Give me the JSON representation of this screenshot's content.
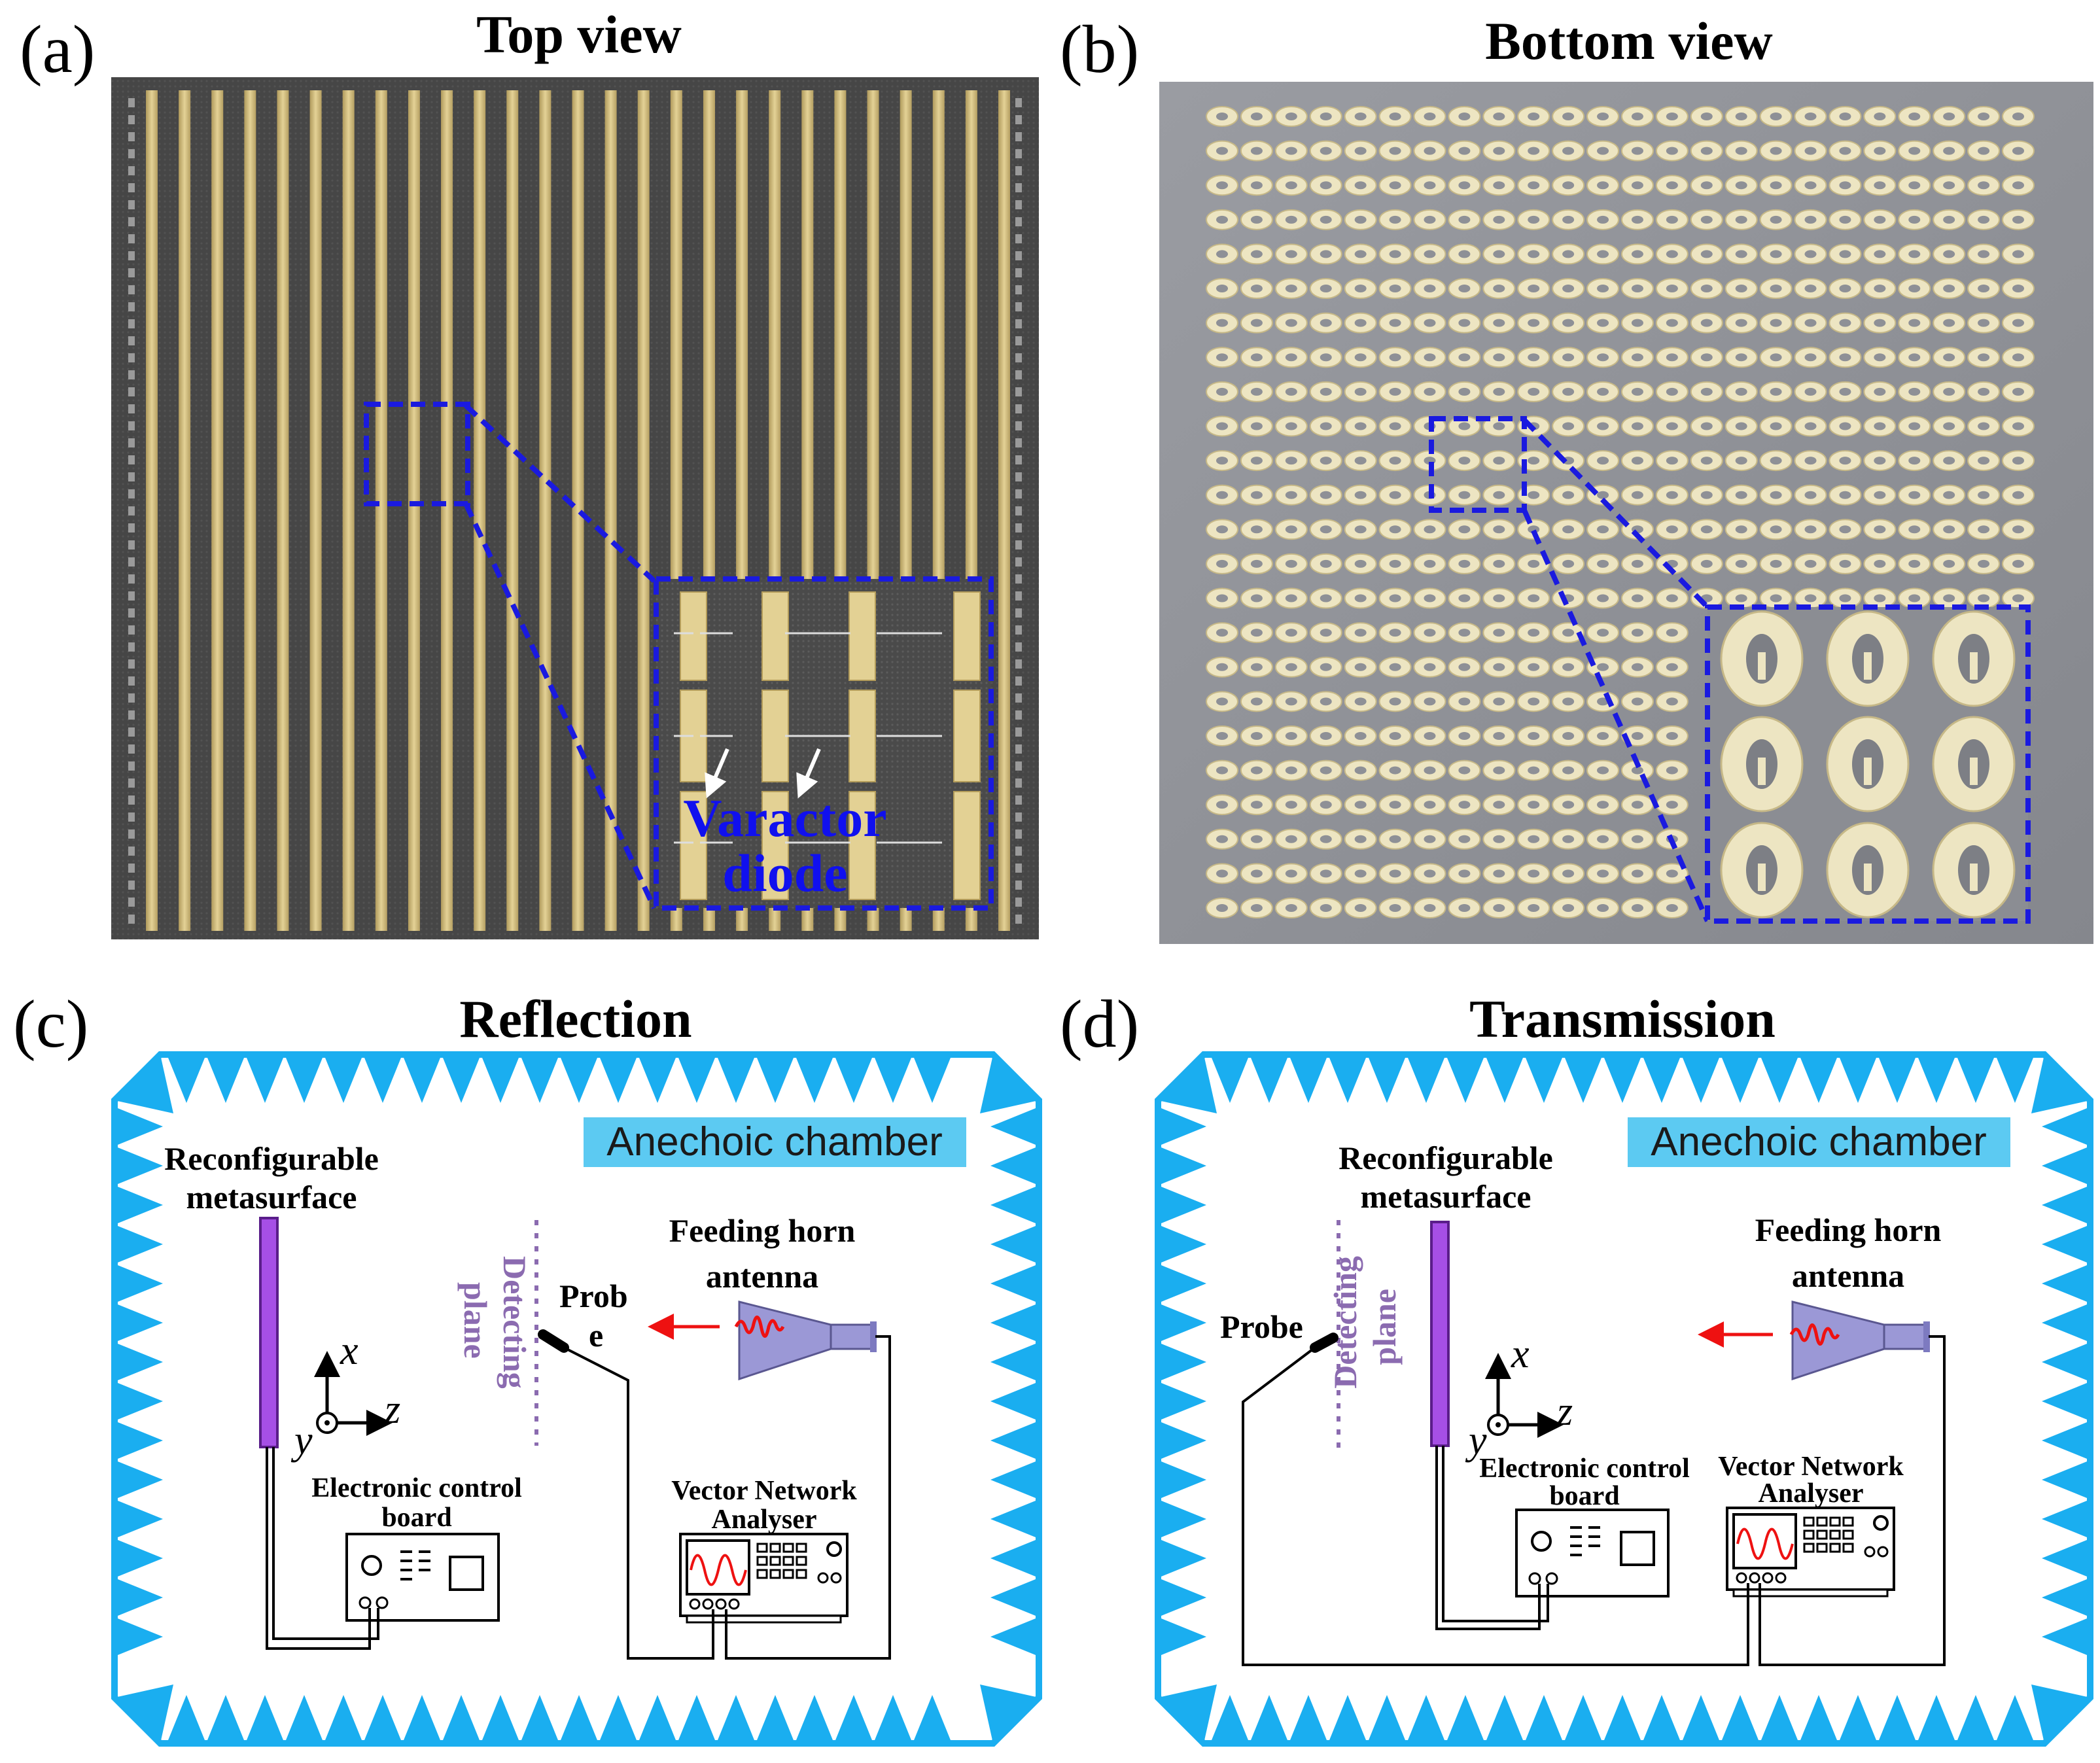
{
  "panels": {
    "a": {
      "label": "(a)",
      "title": "Top view",
      "annotation_line1": "Varactor",
      "annotation_line2": "diode"
    },
    "b": {
      "label": "(b)",
      "title": "Bottom view"
    },
    "c": {
      "label": "(c)",
      "title": "Reflection",
      "chamber": "Anechoic chamber",
      "metasurface_line1": "Reconfigurable",
      "metasurface_line2": "metasurface",
      "detecting_line1": "Detecting",
      "detecting_line2": "plane",
      "probe_line1": "Prob",
      "probe_line2": "e",
      "horn_line1": "Feeding horn",
      "horn_line2": "antenna",
      "board_line1": "Electronic control",
      "board_line2": "board",
      "vna_line1": "Vector Network",
      "vna_line2": "Analyser",
      "axis_x": "x",
      "axis_y": "y",
      "axis_z": "z"
    },
    "d": {
      "label": "(d)",
      "title": "Transmission",
      "chamber": "Anechoic chamber",
      "metasurface_line1": "Reconfigurable",
      "metasurface_line2": "metasurface",
      "detecting_line1": "Detecting",
      "detecting_line2": "plane",
      "probe": "Probe",
      "horn_line1": "Feeding horn",
      "horn_line2": "antenna",
      "board_line1": "Electronic control",
      "board_line2": "board",
      "vna_line1": "Vector Network",
      "vna_line2": "Analyser",
      "axis_x": "x",
      "axis_y": "y",
      "axis_z": "z"
    }
  },
  "colors": {
    "highlight_box": "#1a1adf",
    "chamber_border": "#1aaef0",
    "chamber_label_bg": "#5ccaf2",
    "metasurface": "#a64fe6",
    "horn": "#9b98d6",
    "wave": "#ee1111",
    "detecting_plane": "#8b6bb0",
    "pcb_dark": "#3b3b3b",
    "strip_gold": "#d8c48a",
    "bottom_board": "#8e9096",
    "patch_cream": "#ede5c2"
  },
  "icons": [
    "arrow-icon",
    "oscilloscope-screen-icon",
    "chip-icon",
    "knob-icon",
    "inductor-icon",
    "waveform-icon"
  ]
}
